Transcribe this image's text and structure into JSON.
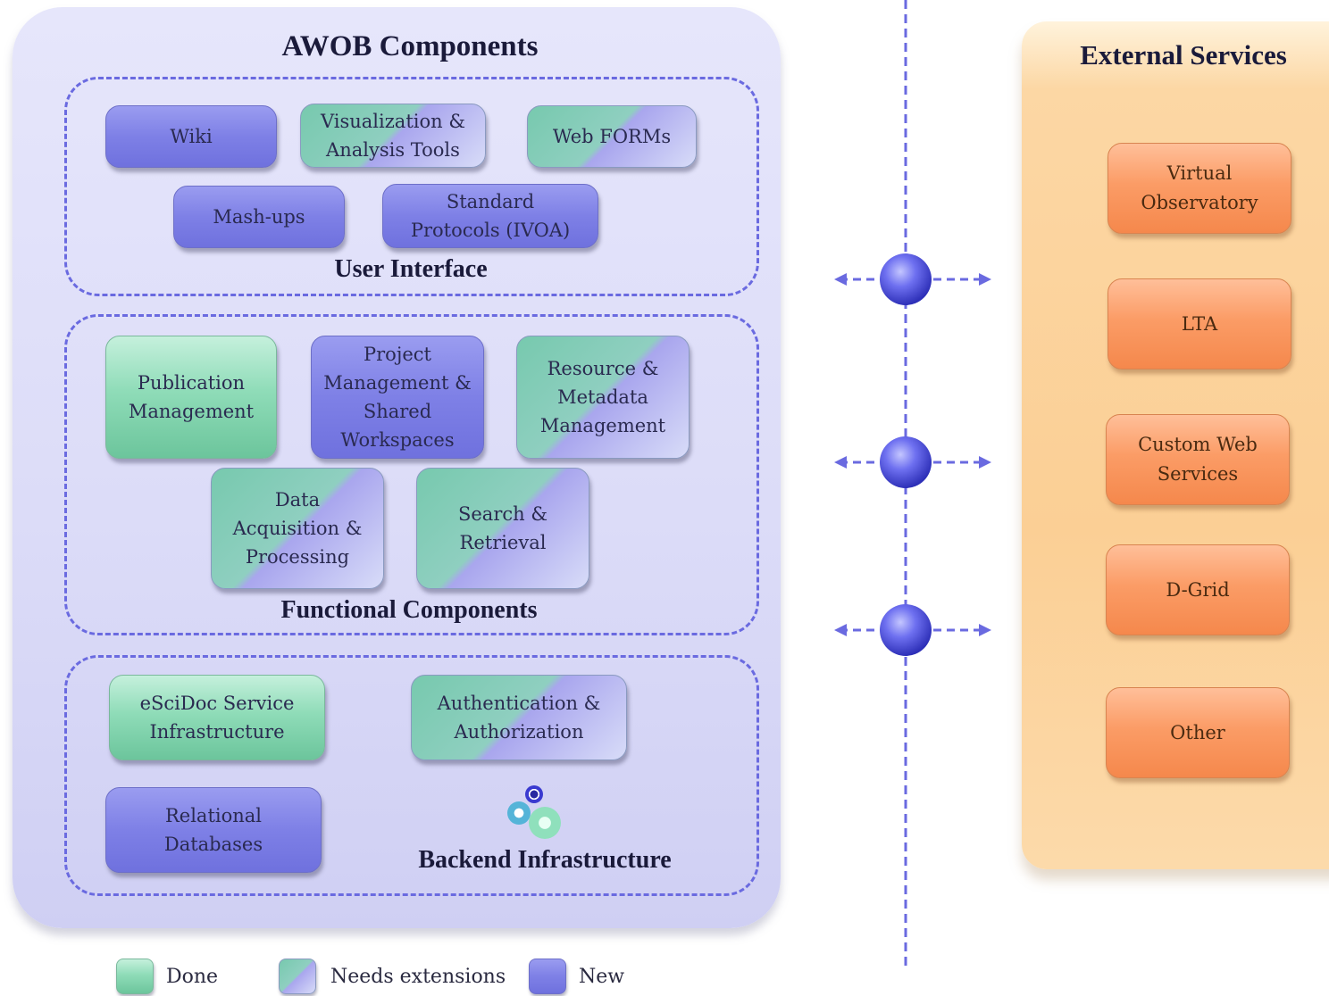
{
  "awob": {
    "title": "AWOB Components",
    "user_interface": {
      "label": "User Interface",
      "components": [
        {
          "lines": [
            "Wiki"
          ],
          "status": "new"
        },
        {
          "lines": [
            "Visualization &",
            "Analysis Tools"
          ],
          "status": "needs-extensions"
        },
        {
          "lines": [
            "Web FORMs"
          ],
          "status": "needs-extensions"
        },
        {
          "lines": [
            "Mash-ups"
          ],
          "status": "new"
        },
        {
          "lines": [
            "Standard",
            "Protocols (IVOA)"
          ],
          "status": "new"
        }
      ]
    },
    "functional": {
      "label": "Functional Components",
      "components": [
        {
          "lines": [
            "Publication",
            "Management"
          ],
          "status": "done"
        },
        {
          "lines": [
            "Project",
            "Management &",
            "Shared",
            "Workspaces"
          ],
          "status": "new"
        },
        {
          "lines": [
            "Resource &",
            "Metadata",
            "Management"
          ],
          "status": "needs-extensions"
        },
        {
          "lines": [
            "Data",
            "Acquisition &",
            "Processing"
          ],
          "status": "needs-extensions"
        },
        {
          "lines": [
            "Search &",
            "Retrieval"
          ],
          "status": "needs-extensions"
        }
      ]
    },
    "backend": {
      "label": "Backend Infrastructure",
      "icon": "gears-icon",
      "components": [
        {
          "lines": [
            "eSciDoc Service",
            "Infrastructure"
          ],
          "status": "done"
        },
        {
          "lines": [
            "Authentication &",
            "Authorization"
          ],
          "status": "needs-extensions"
        },
        {
          "lines": [
            "Relational",
            "Databases"
          ],
          "status": "new"
        }
      ]
    }
  },
  "external": {
    "title": "External Services",
    "services": [
      {
        "lines": [
          "Virtual",
          "Observatory"
        ]
      },
      {
        "lines": [
          "LTA"
        ]
      },
      {
        "lines": [
          "Custom Web",
          "Services"
        ]
      },
      {
        "lines": [
          "D-Grid"
        ]
      },
      {
        "lines": [
          "Other"
        ]
      }
    ]
  },
  "legend": [
    {
      "label": "Done",
      "status": "done"
    },
    {
      "label": "Needs extensions",
      "status": "needs-extensions"
    },
    {
      "label": "New",
      "status": "new"
    }
  ],
  "colors": {
    "done": "#8fdcb8",
    "new": "#7e80e6",
    "needs_extensions_a": "#77c9ae",
    "needs_extensions_b": "#b0aef0",
    "external": "#fb9c66",
    "connector": "#6a6ae0"
  }
}
